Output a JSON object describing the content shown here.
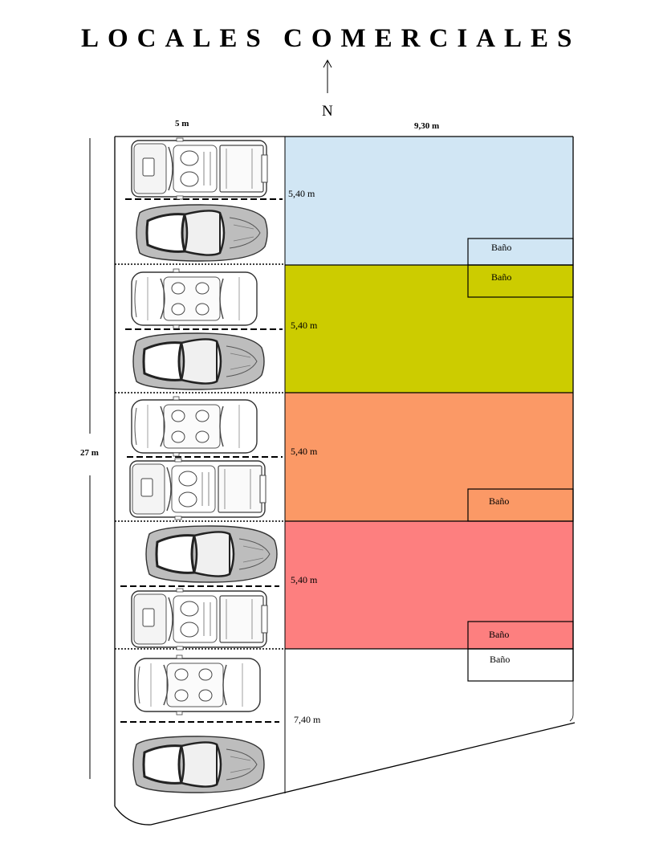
{
  "title_words": [
    "LOCALES",
    "COMERCIALES"
  ],
  "north_label": "N",
  "dimensions": {
    "parking_width": "5 m",
    "locales_width": "9,30 m",
    "total_length": "27 m"
  },
  "locales": [
    {
      "height_label": "5,40 m",
      "color": "#d1e6f4"
    },
    {
      "height_label": "5,40 m",
      "color": "#cccc00"
    },
    {
      "height_label": "5,40 m",
      "color": "#fb9966"
    },
    {
      "height_label": "5,40 m",
      "color": "#fd7f7f"
    },
    {
      "height_label": "7,40 m",
      "color": "#ffffff"
    }
  ],
  "bathroom_label": "Baño",
  "bathrooms": [
    "Baño",
    "Baño",
    "Baño",
    "Baño",
    "Baño"
  ],
  "parking_cars": [
    "pickup-top-view",
    "sports-car-top-view",
    "sedan-top-view",
    "sports-car-top-view",
    "sedan-top-view",
    "pickup-top-view",
    "sports-car-top-view",
    "pickup-top-view",
    "sedan-top-view",
    "sports-car-top-view"
  ]
}
